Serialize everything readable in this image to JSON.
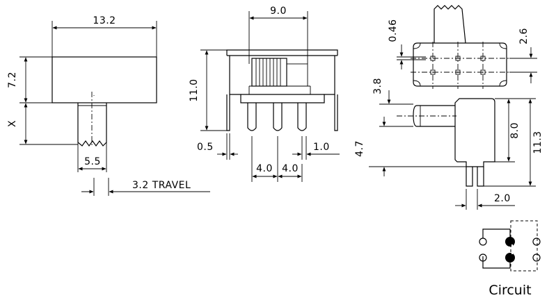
{
  "top_view": {
    "width": "13.2",
    "height": "7.2",
    "actuator_length": "X",
    "actuator_width": "5.5",
    "travel": "3.2 TRAVEL"
  },
  "front_view": {
    "slot_width": "9.0",
    "height": "11.0",
    "pin_thickness": "0.5",
    "pin_width": "1.0",
    "pitch_1": "4.0",
    "pitch_2": "4.0"
  },
  "side_view": {
    "slot_width": "0.46",
    "clip_width": "2.6",
    "offset": "3.8",
    "pin_height": "4.7",
    "body_height": "8.0",
    "total_height": "11.3",
    "pin_spacing": "2.0"
  },
  "circuit": {
    "caption": "Circuit"
  }
}
